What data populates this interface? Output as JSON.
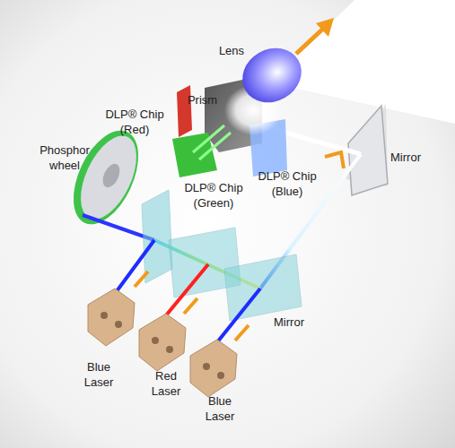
{
  "diagram": {
    "labels": [
      "Lens",
      "Prism",
      "DLP® Chip (Red)",
      "Mirror",
      "DLP® Chip (Blue)",
      "Phosphor wheel",
      "DLP® Chip (Green)",
      "Mirror",
      "Blue Laser",
      "Red Laser",
      "Blue Laser"
    ]
  }
}
